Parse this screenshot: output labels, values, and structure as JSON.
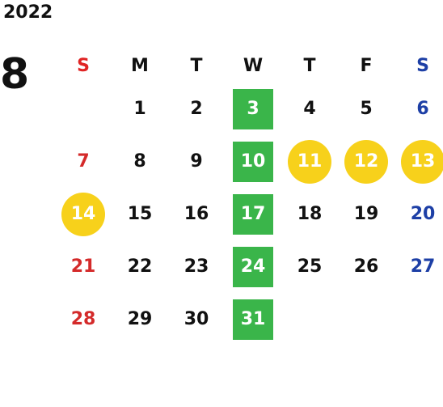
{
  "calendar": {
    "year": "2022",
    "month": "8",
    "weekdays": [
      "S",
      "M",
      "T",
      "W",
      "T",
      "F",
      "S"
    ],
    "weeks": [
      [
        {
          "d": ""
        },
        {
          "d": "1"
        },
        {
          "d": "2"
        },
        {
          "d": "3",
          "mark": "square"
        },
        {
          "d": "4"
        },
        {
          "d": "5"
        },
        {
          "d": "6"
        }
      ],
      [
        {
          "d": "7"
        },
        {
          "d": "8"
        },
        {
          "d": "9"
        },
        {
          "d": "10",
          "mark": "square"
        },
        {
          "d": "11",
          "mark": "circle"
        },
        {
          "d": "12",
          "mark": "circle"
        },
        {
          "d": "13",
          "mark": "circle"
        }
      ],
      [
        {
          "d": "14",
          "mark": "circle"
        },
        {
          "d": "15"
        },
        {
          "d": "16"
        },
        {
          "d": "17",
          "mark": "square"
        },
        {
          "d": "18"
        },
        {
          "d": "19"
        },
        {
          "d": "20"
        }
      ],
      [
        {
          "d": "21"
        },
        {
          "d": "22"
        },
        {
          "d": "23"
        },
        {
          "d": "24",
          "mark": "square"
        },
        {
          "d": "25"
        },
        {
          "d": "26"
        },
        {
          "d": "27"
        }
      ],
      [
        {
          "d": "28"
        },
        {
          "d": "29"
        },
        {
          "d": "30"
        },
        {
          "d": "31",
          "mark": "square"
        },
        {
          "d": ""
        },
        {
          "d": ""
        },
        {
          "d": ""
        }
      ]
    ]
  },
  "colors": {
    "sunday": "#e02424",
    "saturday": "#1d3fa6",
    "highlight_square": "#3ab54a",
    "highlight_circle": "#f7d11b"
  }
}
